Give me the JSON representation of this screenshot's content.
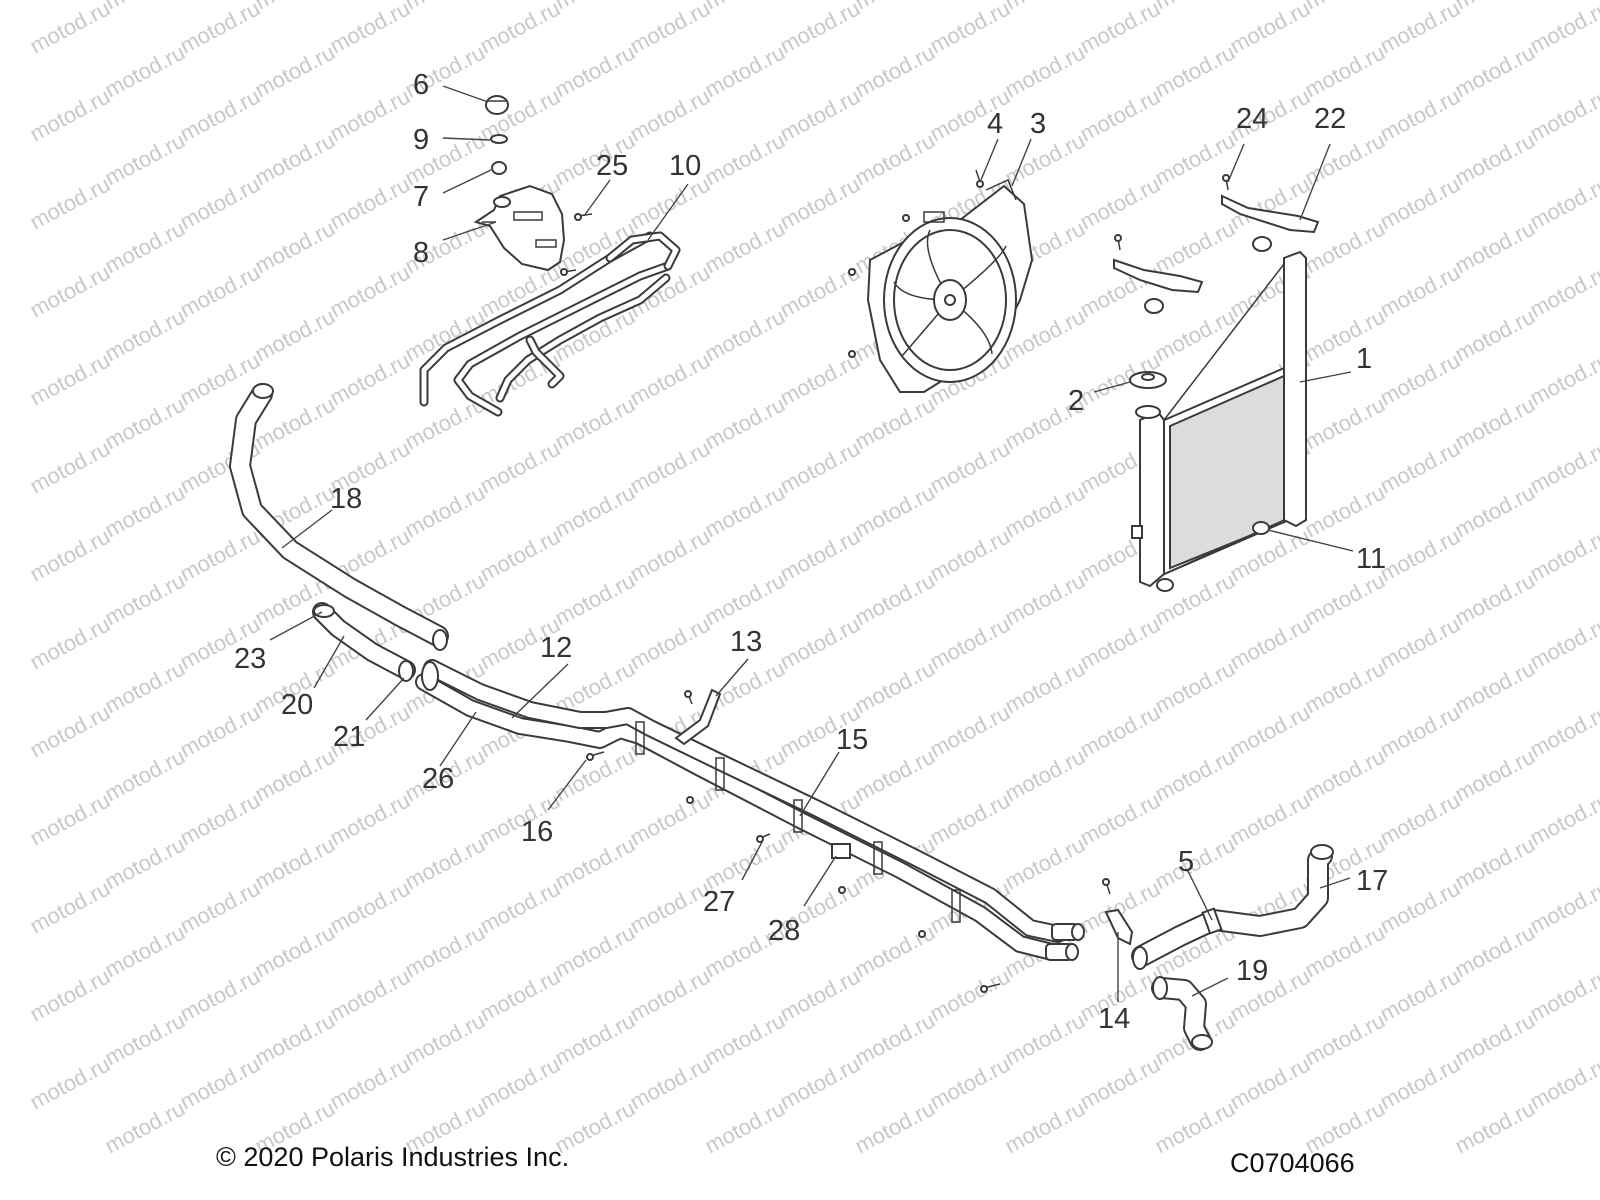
{
  "watermark": "motod.ru",
  "copyright": "© 2020 Polaris Industries Inc.",
  "figure_code": "C0704066",
  "callouts": [
    "1",
    "2",
    "3",
    "4",
    "5",
    "6",
    "7",
    "8",
    "9",
    "10",
    "11",
    "12",
    "13",
    "14",
    "15",
    "16",
    "17",
    "18",
    "19",
    "20",
    "21",
    "22",
    "23",
    "24",
    "25",
    "26",
    "27",
    "28"
  ],
  "colors": {
    "line": "#3a3a3a",
    "label": "#333333",
    "watermark": "#c8c8c8",
    "core": "#dcdcdc"
  }
}
